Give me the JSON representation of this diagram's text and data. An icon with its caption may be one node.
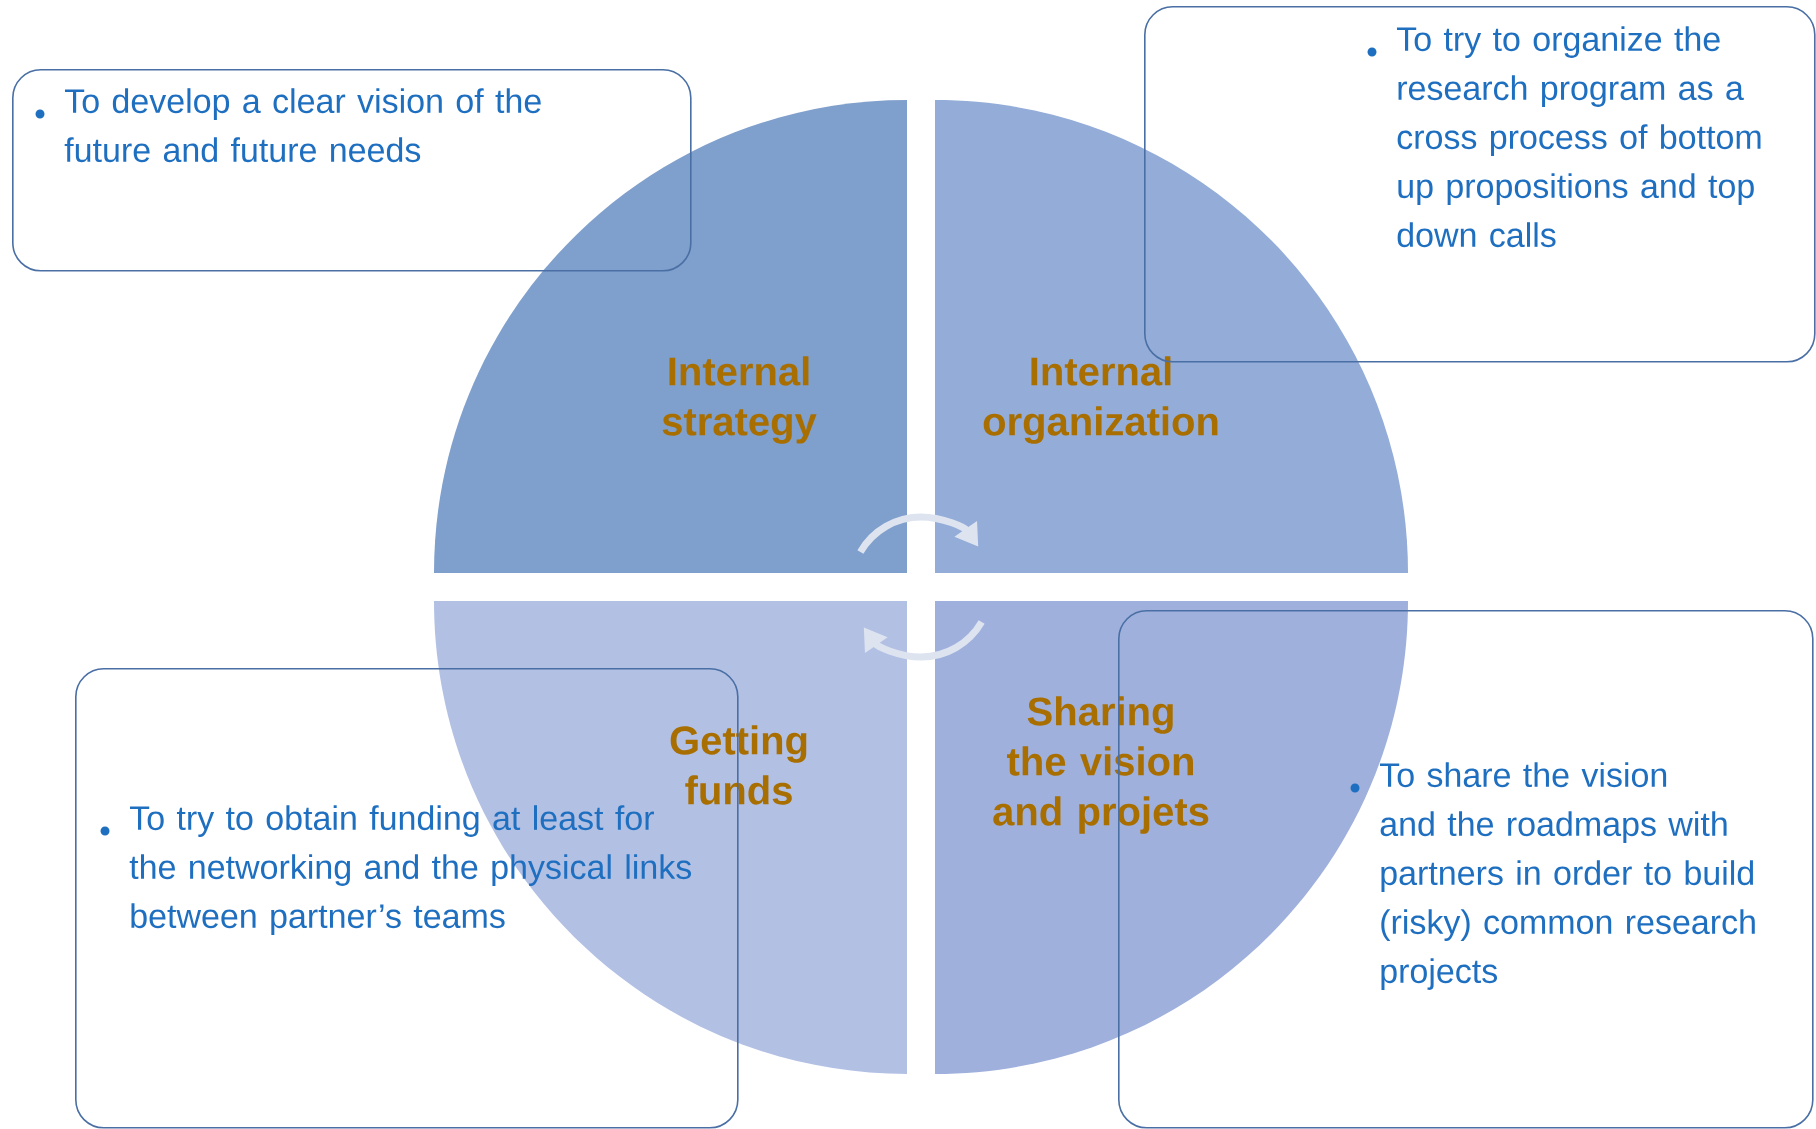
{
  "diagram": {
    "nodes": [
      {
        "text": [
          "Internal strategy"
        ]
      },
      {
        "text": [
          "Internal organization"
        ]
      },
      {
        "text": [
          "Getting funds"
        ]
      },
      {
        "text": [
          "Sharing the vision and projets"
        ]
      },
      {
        "text": [
          "To develop a clear vision of the future and future needs"
        ]
      },
      {
        "text": [
          "To try to organize the research program as a cross process of bottom up propositions and top down calls"
        ]
      },
      {
        "text": [
          "To try to obtain funding at least for the networking and the physical links between partner’s teams"
        ]
      },
      {
        "text": [
          "To share the vision and the roadmaps with partners in order to build (risky) common research projects"
        ]
      }
    ],
    "edges": [
      {
        "from": 0,
        "to": 1,
        "arrow": "to"
      },
      {
        "from": 3,
        "to": 2,
        "arrow": "to"
      }
    ]
  }
}
